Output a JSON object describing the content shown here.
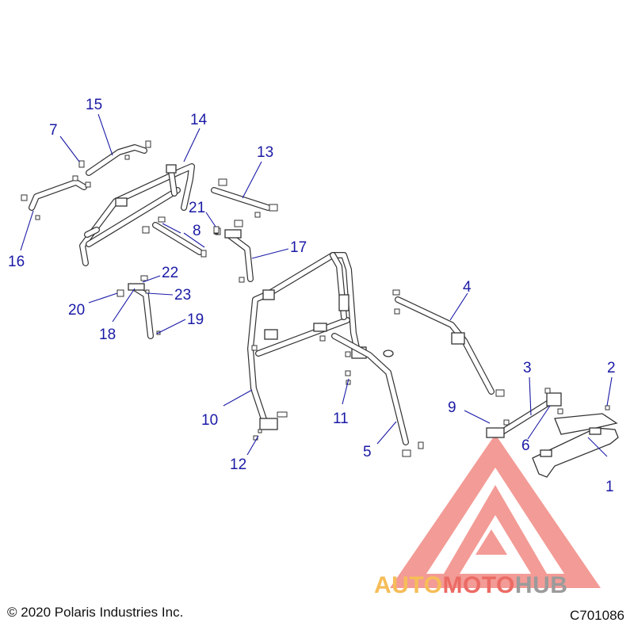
{
  "watermark": {
    "part1": "AUTO",
    "part2": "MOTO",
    "part3": "HUB",
    "colors": {
      "auto": "#f5b23c",
      "moto": "#e8524a",
      "hub": "#8a8a8a",
      "triangle": "#e8524a"
    }
  },
  "callouts": {
    "c1": "1",
    "c2": "2",
    "c3": "3",
    "c4": "4",
    "c5": "5",
    "c6": "6",
    "c7": "7",
    "c8": "8",
    "c9": "9",
    "c10": "10",
    "c11": "11",
    "c12": "12",
    "c13": "13",
    "c14": "14",
    "c15": "15",
    "c16": "16",
    "c17": "17",
    "c18": "18",
    "c19": "19",
    "c20": "20",
    "c21": "21",
    "c22": "22",
    "c23": "23"
  },
  "footer": {
    "copyright": "© 2020 Polaris Industries Inc.",
    "figure_code": "C701086"
  },
  "colors": {
    "callout": "#1a1aa6",
    "linework": "#333333"
  }
}
